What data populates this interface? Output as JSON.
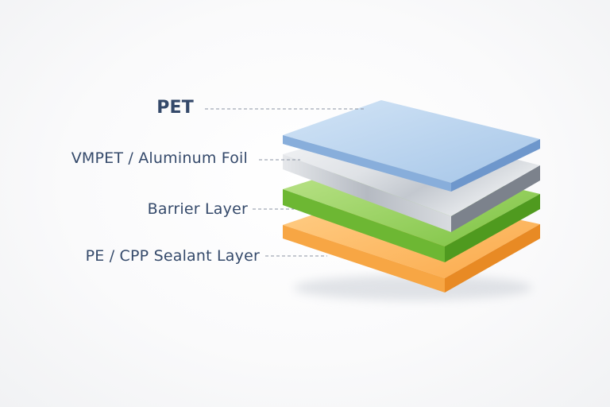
{
  "layers": [
    {
      "id": "pet",
      "label": "PET",
      "colors": {
        "top": [
          "#d2e4f6",
          "#a6c6e8"
        ],
        "front": "#88aedb",
        "side": "#6e97cc"
      }
    },
    {
      "id": "vmpet",
      "label": "VMPET / Aluminum Foil",
      "colors": {
        "top": [
          "#f4f5f7",
          "#b9bec6"
        ],
        "front": "#c8ccd3",
        "side": "#7c828c"
      }
    },
    {
      "id": "barrier",
      "label": "Barrier Layer",
      "colors": {
        "top": [
          "#bfe58e",
          "#7cc241"
        ],
        "front": "#6db733",
        "side": "#4f9a1f"
      }
    },
    {
      "id": "sealant",
      "label": "PE / CPP Sealant Layer",
      "colors": {
        "top": [
          "#ffd08a",
          "#fba94a"
        ],
        "front": "#f7a644",
        "side": "#e88a24"
      }
    }
  ],
  "colors": {
    "label_text": "#34496a",
    "leader_line": "#8a93a3"
  }
}
